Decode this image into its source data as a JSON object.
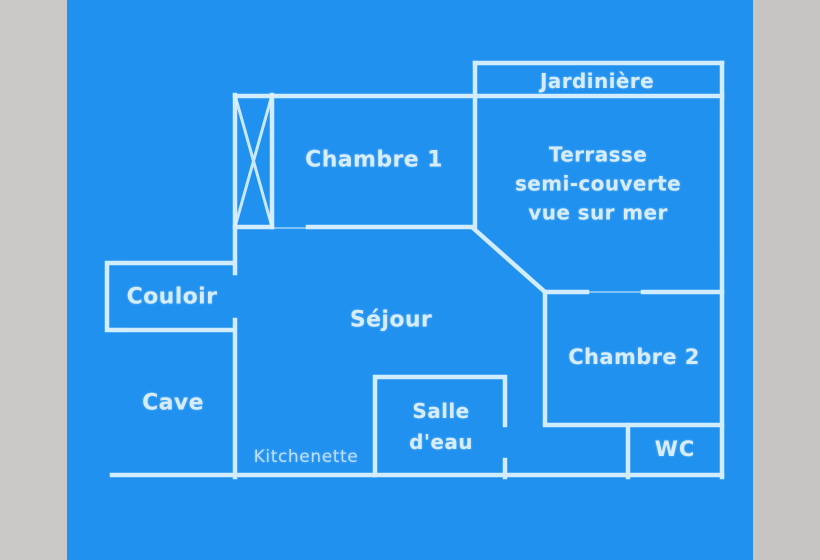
{
  "diagram": {
    "type": "floor-plan",
    "style": "blueprint",
    "colors": {
      "background_blue": "#2191ef",
      "wall_line": "#dcf2fc",
      "label_text": "#d6edf9",
      "letterbox_gray": "#c8c7c5"
    },
    "rooms": {
      "jardiniere": {
        "label": "Jardinière"
      },
      "chambre1": {
        "label": "Chambre 1"
      },
      "terrasse": {
        "lines": [
          "Terrasse",
          "semi-couverte",
          "vue sur mer"
        ]
      },
      "couloir": {
        "label": "Couloir"
      },
      "sejour": {
        "label": "Séjour"
      },
      "cave": {
        "label": "Cave"
      },
      "kitchenette": {
        "label": "Kitchenette"
      },
      "salle_eau": {
        "lines": [
          "Salle",
          "d'eau"
        ]
      },
      "chambre2": {
        "label": "Chambre 2"
      },
      "wc": {
        "label": "WC"
      }
    },
    "symbols": {
      "window_hatch": "X-crossed window/door symbol, top-left of Chambre 1"
    }
  }
}
